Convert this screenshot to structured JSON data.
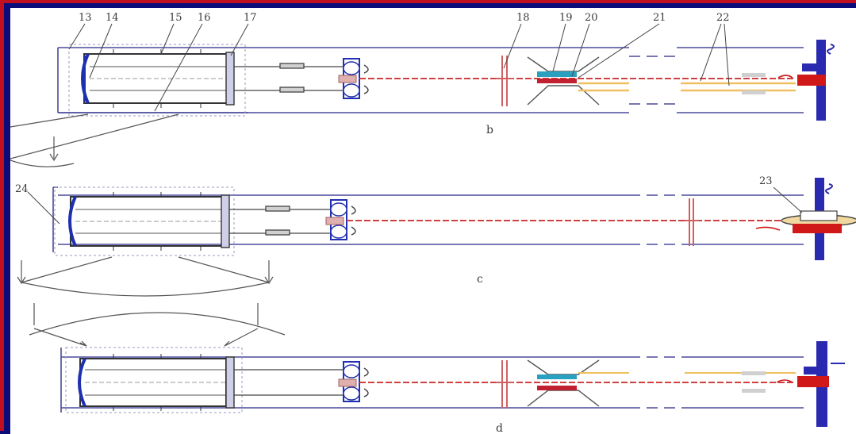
{
  "figure": {
    "colors": {
      "frame": "#c01020",
      "background": "#0b0b7a",
      "outline": "#4a4a9a",
      "beam": "#d04040",
      "mirror": "#2030b0",
      "optical_line": "#f0c060",
      "tilt_arrow": "#707070"
    },
    "panels": {
      "b": {
        "caption": "b",
        "part_numbers": [
          "13",
          "14",
          "15",
          "16",
          "17",
          "18",
          "19",
          "20",
          "21",
          "22"
        ]
      },
      "c": {
        "caption": "c",
        "part_numbers": [
          "24",
          "23"
        ]
      },
      "d": {
        "caption": "d",
        "part_numbers": []
      }
    }
  }
}
